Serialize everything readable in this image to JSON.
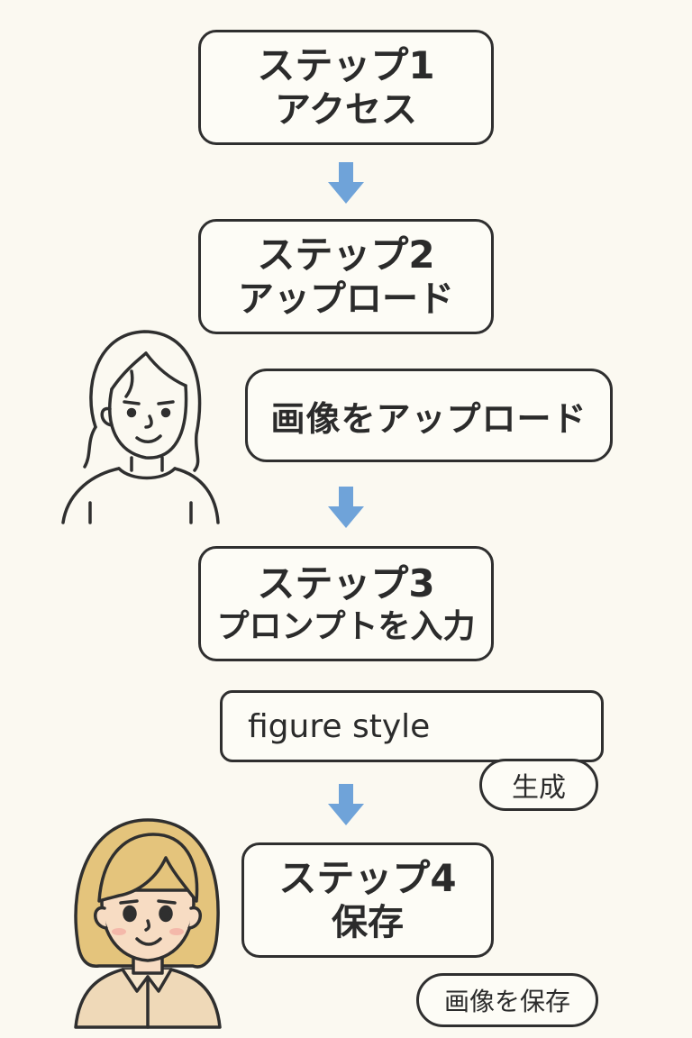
{
  "steps": [
    {
      "title": "ステップ1",
      "subtitle": "アクセス"
    },
    {
      "title": "ステップ2",
      "subtitle": "アップロード"
    },
    {
      "title": "ステップ3",
      "subtitle": "プロンプトを入力"
    },
    {
      "title": "ステップ4",
      "subtitle": "保存"
    }
  ],
  "upload_action": "画像をアップロード",
  "prompt_input": {
    "value": "figure style"
  },
  "generate_button": "生成",
  "save_button": "画像を保存",
  "colors": {
    "background": "#fbf9f1",
    "stroke": "#2f2f2f",
    "arrow": "#6fa3d9",
    "hair": "#e4c47c",
    "skin": "#f7dcc3",
    "shirt": "#efd9b8"
  },
  "icons": [
    "arrow-down-icon",
    "person-line-illustration",
    "person-color-illustration"
  ]
}
